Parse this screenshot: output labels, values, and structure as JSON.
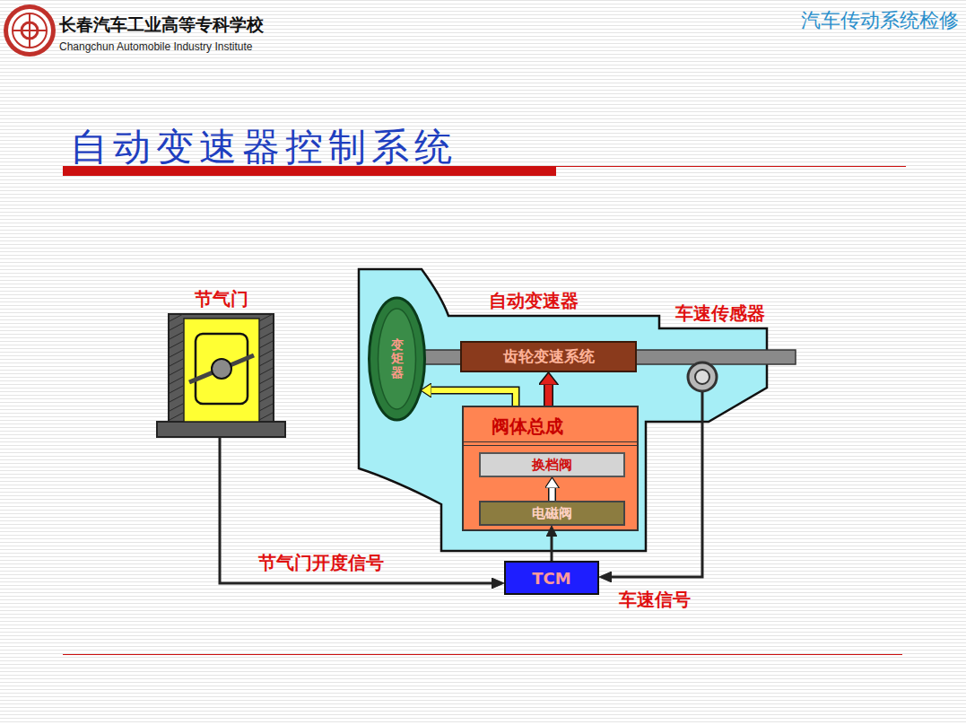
{
  "diagram": {
    "title": "自动变速器控制系统",
    "nodes": [
      {
        "text": [
          "节气门"
        ]
      },
      {
        "text": [
          "自动变速器"
        ]
      },
      {
        "text": [
          "变矩器"
        ],
        "in": 1
      },
      {
        "text": [
          "齿轮变速系统"
        ],
        "in": 1
      },
      {
        "text": [
          "阀体总成"
        ],
        "in": 1
      },
      {
        "text": [
          "换档阀"
        ],
        "in": 4
      },
      {
        "text": [
          "电磁阀"
        ],
        "in": 4
      },
      {
        "text": [
          "车速传感器"
        ],
        "in": 1
      },
      {
        "text": [
          "TCM"
        ]
      }
    ],
    "edges": [
      {
        "from": 0,
        "to": 8,
        "label": "节气门开度信号",
        "arrow": "to"
      },
      {
        "from": 7,
        "to": 8,
        "label": "车速信号",
        "arrow": "to"
      },
      {
        "from": 8,
        "to": 6,
        "arrow": "to"
      },
      {
        "from": 6,
        "to": 5,
        "arrow": "to"
      },
      {
        "from": 4,
        "to": 3,
        "arrow": "to"
      },
      {
        "from": 4,
        "to": 2,
        "arrow": "to"
      }
    ],
    "labels": [
      "长春汽车工业高等专科学校",
      "Changchun Automobile Industry Institute",
      "汽车传动系统检修"
    ]
  }
}
